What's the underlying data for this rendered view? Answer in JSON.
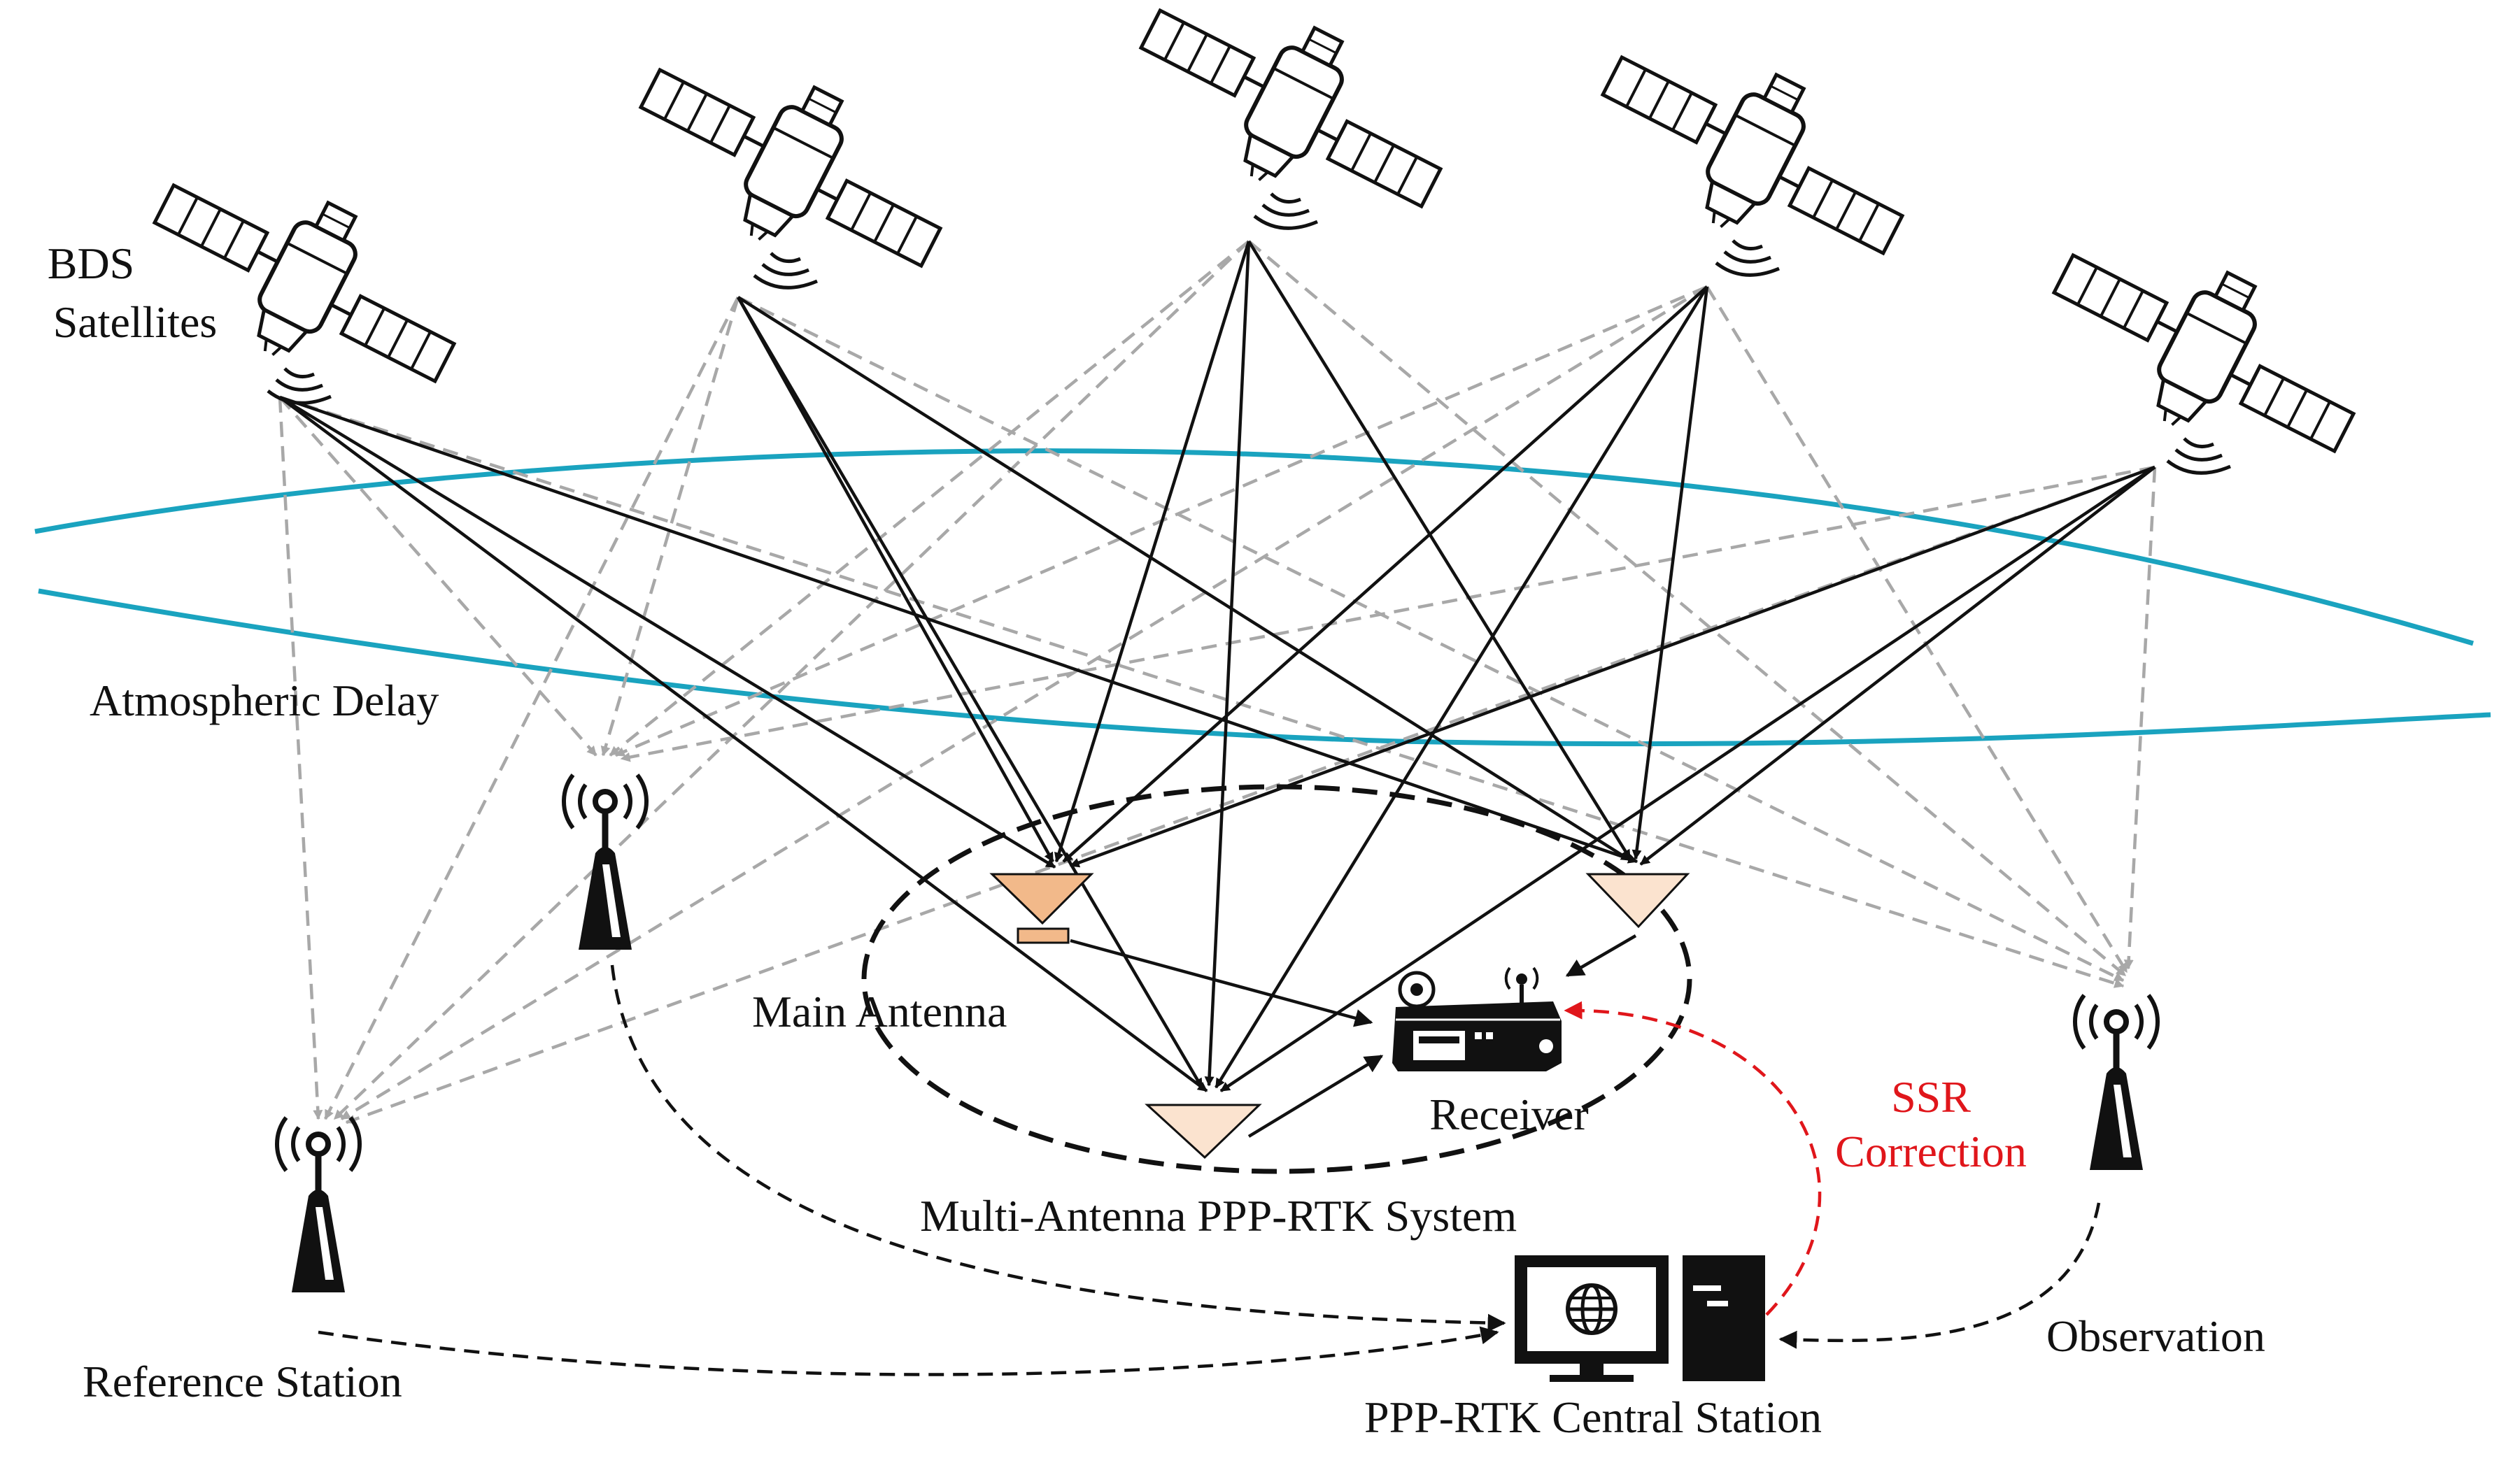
{
  "labels": {
    "bds_line1": "BDS",
    "bds_line2": "Satellites",
    "atmospheric_delay": "Atmospheric Delay",
    "main_antenna": "Main Antenna",
    "receiver": "Receiver",
    "ssr_line1": "SSR",
    "ssr_line2": "Correction",
    "multi_antenna_system": "Multi-Antenna PPP-RTK System",
    "reference_station": "Reference Station",
    "observation": "Observation",
    "central_station": "PPP-RTK Central Station"
  },
  "colors": {
    "signal_solid": "#111111",
    "signal_dashed": "#a8a8a8",
    "atmosphere": "#1aa3bf",
    "ssr": "#e0161b",
    "antenna_fill": "#fbe3cf",
    "main_antenna_fill": "#f2b98a"
  }
}
